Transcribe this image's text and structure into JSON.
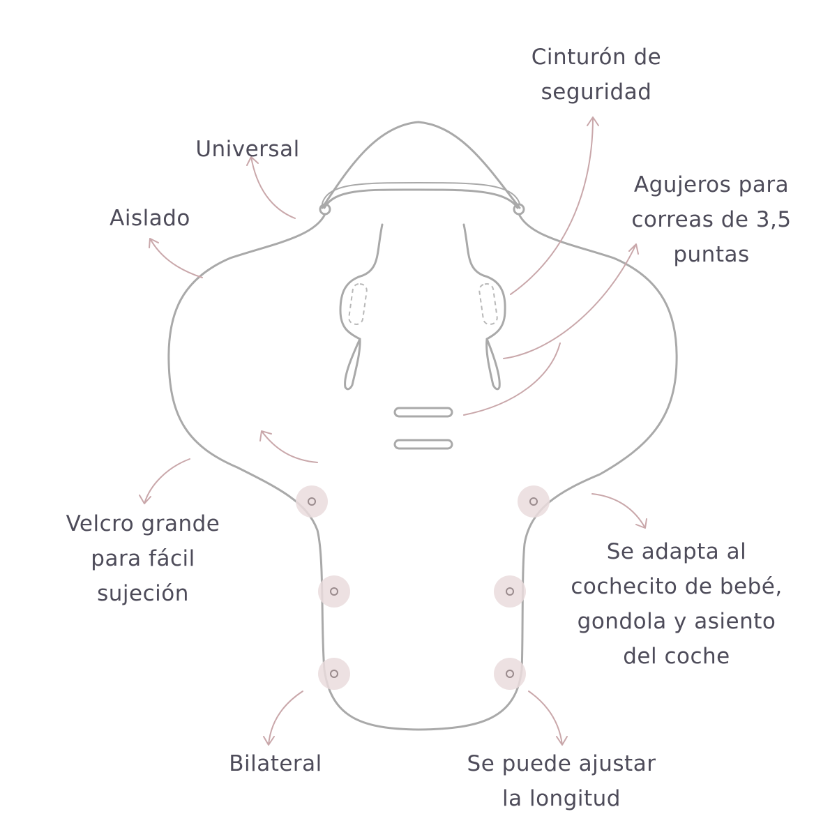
{
  "diagram": {
    "subject": "baby footmuff / car seat cover outline",
    "colors": {
      "outline": "#a9a9a9",
      "arrow": "#c9a7aa",
      "velcro_dot": "#eadcdd",
      "velcro_ring": "#9a8b8d",
      "text": "#4d4b59",
      "background": "#ffffff"
    },
    "labels": {
      "cinturon": {
        "line1": "Cinturón de",
        "line2": "seguridad"
      },
      "universal": {
        "line1": "Universal"
      },
      "aislado": {
        "line1": "Aislado"
      },
      "agujeros": {
        "line1": "Agujeros para",
        "line2": "correas de 3,5",
        "line3": "puntas"
      },
      "velcro": {
        "line1": "Velcro grande",
        "line2": "para fácil",
        "line3": "sujeción"
      },
      "adapta": {
        "line1": "Se adapta al",
        "line2": "cochecito de bebé,",
        "line3": "gondola y asiento",
        "line4": "del coche"
      },
      "bilateral": {
        "line1": "Bilateral"
      },
      "ajustar": {
        "line1": "Se puede ajustar",
        "line2": "la longitud"
      }
    },
    "velcro_points": 6
  }
}
